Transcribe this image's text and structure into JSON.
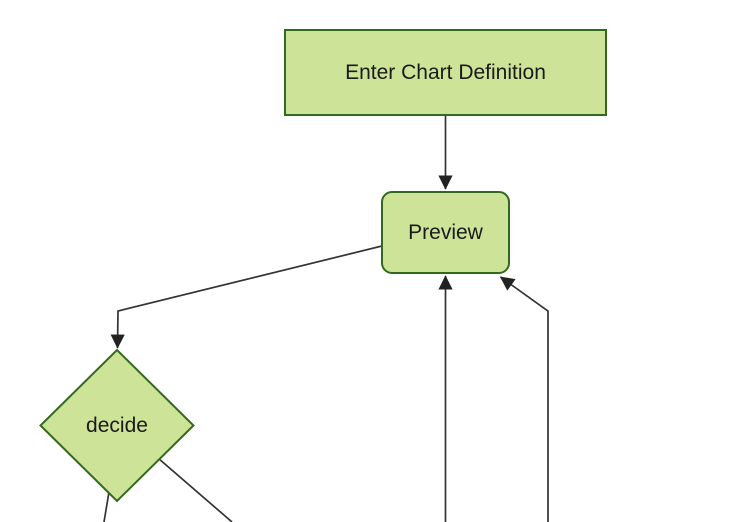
{
  "diagram": {
    "type": "flowchart",
    "direction": "top-down",
    "nodes": [
      {
        "id": "enter-chart-definition",
        "label": "Enter Chart Definition",
        "shape": "rectangle"
      },
      {
        "id": "preview",
        "label": "Preview",
        "shape": "rounded-rectangle"
      },
      {
        "id": "decide",
        "label": "decide",
        "shape": "diamond"
      }
    ],
    "edges": [
      {
        "from": "enter-chart-definition",
        "to": "preview",
        "arrowhead": true
      },
      {
        "from": "preview",
        "to": "decide",
        "arrowhead": true
      },
      {
        "from": "decide",
        "to": "offscreen-bottom-left",
        "arrowhead": false,
        "note": "cut off at bottom edge"
      },
      {
        "from": "decide",
        "to": "offscreen-bottom-right",
        "arrowhead": false,
        "note": "cut off at bottom edge"
      },
      {
        "from": "offscreen-bottom-center",
        "to": "preview",
        "arrowhead": true
      },
      {
        "from": "offscreen-bottom-right",
        "to": "preview",
        "arrowhead": true
      }
    ],
    "colors": {
      "node_fill": "#cde498",
      "node_border": "#33691e",
      "edge_line": "#333333",
      "arrowhead": "#222222",
      "label_text": "#1a1a1a",
      "background": "#ffffff"
    }
  }
}
